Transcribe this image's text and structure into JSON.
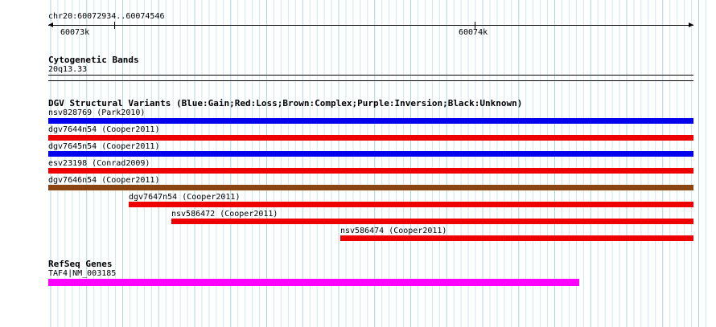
{
  "ruler": {
    "region": "chr20:60072934..60074546",
    "tick_left": "60073k",
    "tick_right": "60074k"
  },
  "cytoband": {
    "title": "Cytogenetic Bands",
    "label": "20q13.33"
  },
  "dgv": {
    "title": "DGV Structural Variants (Blue:Gain;Red:Loss;Brown:Complex;Purple:Inversion;Black:Unknown)",
    "colors": {
      "gain": "#0000ee",
      "loss": "#ee0000",
      "complex": "#8b4513"
    },
    "variants": [
      {
        "label": "nsv828769 (Park2010)",
        "type": "gain"
      },
      {
        "label": "dgv7644n54 (Cooper2011)",
        "type": "loss"
      },
      {
        "label": "dgv7645n54 (Cooper2011)",
        "type": "gain"
      },
      {
        "label": "esv23198 (Conrad2009)",
        "type": "loss"
      },
      {
        "label": "dgv7646n54 (Cooper2011)",
        "type": "complex"
      },
      {
        "label": "dgv7647n54 (Cooper2011)",
        "type": "loss"
      },
      {
        "label": "nsv586472 (Cooper2011)",
        "type": "loss"
      },
      {
        "label": "nsv586474 (Cooper2011)",
        "type": "loss"
      }
    ]
  },
  "refseq": {
    "title": "RefSeq Genes",
    "gene": "TAF4|NM_003185",
    "color": "#ff00ff"
  }
}
